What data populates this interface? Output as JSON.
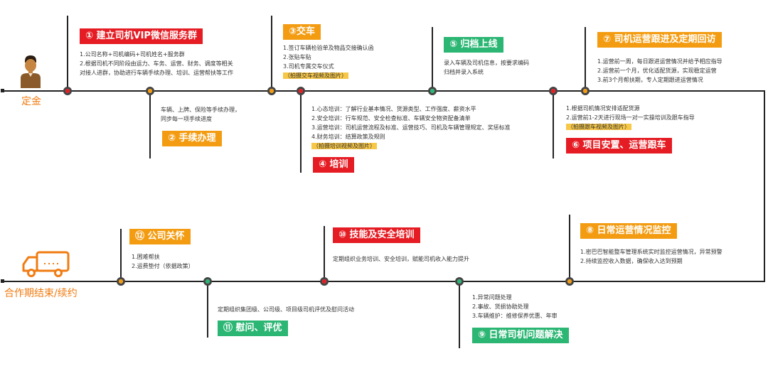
{
  "colors": {
    "red": "#e51c23",
    "orange": "#f39c12",
    "green": "#2bb673",
    "line": "#222222",
    "accent_text": "#f07c12"
  },
  "start_label": "定金",
  "end_label": "合作期结束/续约",
  "steps": [
    {
      "title": "① 建立司机VIP微信服务群",
      "color": "red",
      "lines": [
        "1.公司名称+司机编码+司机姓名+服务群",
        "2.根据司机不同阶段由运力、车务、运营、财务、调度等相关",
        "对接人进群，协助进行车辆手续办理、培训、运营帮扶等工作"
      ]
    },
    {
      "title": "② 手续办理",
      "color": "orange",
      "lines": [
        "车辆、上牌、保险等手续办理，",
        "同步每一项手续进度"
      ]
    },
    {
      "title": "③交车",
      "color": "orange",
      "lines": [
        "1.签订车辆检验单及物品交接确认函",
        "2.张贴车贴",
        "3.司机专属交车仪式"
      ],
      "note": "（拍摄交车视频及图片）"
    },
    {
      "title": "④ 培训",
      "color": "red",
      "lines": [
        "1.心态培训：了解行业基本情况、货源类型、工作强度、薪资水平",
        "2.安全培训：行车规范、安全检查标准、车辆安全物资配备清单",
        "3.运营培训：司机运营流程及标准、运营技巧、司机及车辆管理规定、奖惩标准",
        "4.财务培训：结算政策及规则"
      ],
      "note": "（拍摄培训视频及图片）"
    },
    {
      "title": "⑤ 归档上线",
      "color": "green",
      "lines": [
        "录入车辆及司机信息，按要求编码",
        "归档并录入系统"
      ]
    },
    {
      "title": "⑥ 项目安置、运营跟车",
      "color": "red",
      "lines": [
        "1.根据司机情况安排适配货源",
        "2.运营前1-2天进行现场一对一实操培训及跟车指导"
      ],
      "note": "（拍摄跟车视频及图片）"
    },
    {
      "title": "⑦ 司机运营跟进及定期回访",
      "color": "orange",
      "lines": [
        "1.运营前一周，每日跟进运营情况并给予相应指导",
        "2.运营前一个月，优化适配货源，实现稳定运营",
        "3.前3个月帮扶期，专人定期跟进运营情况"
      ]
    },
    {
      "title": "⑧ 日常运营情况监控",
      "color": "orange",
      "lines": [
        "1.密巴巴智能整车管理系统实时监控运营情况，异常预警",
        "2.持续监控收入数据，确保收入达到预期"
      ]
    },
    {
      "title": "⑨ 日常司机问题解决",
      "color": "green",
      "lines": [
        "1.异常问题处理",
        "2.事故、货损协助处理",
        "3.车辆维护：维修保养优惠、年审"
      ]
    },
    {
      "title": "⑩ 技能及安全培训",
      "color": "red",
      "lines": [
        "定期组织业务培训、安全培训，赋能司机收入能力提升"
      ]
    },
    {
      "title": "⑪ 慰问、评优",
      "color": "green",
      "lines": [
        "定期组织集团级、公司级、项目级司机评优及慰问活动"
      ]
    },
    {
      "title": "⑫ 公司关怀",
      "color": "orange",
      "lines": [
        "1.困难帮扶",
        "2.运费垫付（依据政策）"
      ]
    }
  ]
}
